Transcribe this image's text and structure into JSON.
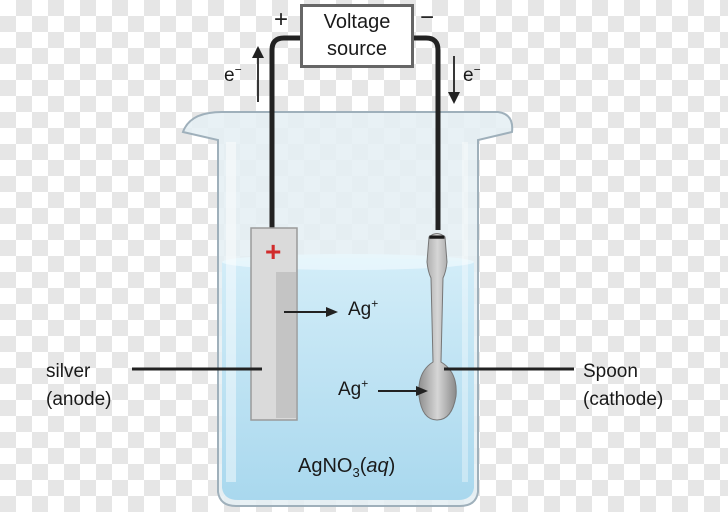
{
  "voltage_source": {
    "line1": "Voltage",
    "line2": "source"
  },
  "terminals": {
    "positive": "+",
    "negative": "−"
  },
  "electron_flow": {
    "left_base": "e",
    "right_base": "e",
    "charge": "−"
  },
  "electrodes": {
    "anode_charge": "+",
    "cathode_charge": "−"
  },
  "ions": {
    "ion_base": "Ag",
    "ion_charge": "+"
  },
  "labels": {
    "silver_line1": "silver",
    "silver_line2": "(anode)",
    "spoon_line1": "Spoon",
    "spoon_line2": "(cathode)"
  },
  "solution": {
    "formula_main": "AgNO",
    "formula_sub": "3",
    "formula_state": "aq"
  },
  "colors": {
    "solution": "#bfe3f3",
    "beaker_glass": "#e4eef3",
    "beaker_outline": "#9fb0bb",
    "anode_plate": "#d9d9d9",
    "wire": "#222222",
    "positive": "#d12b2b"
  }
}
